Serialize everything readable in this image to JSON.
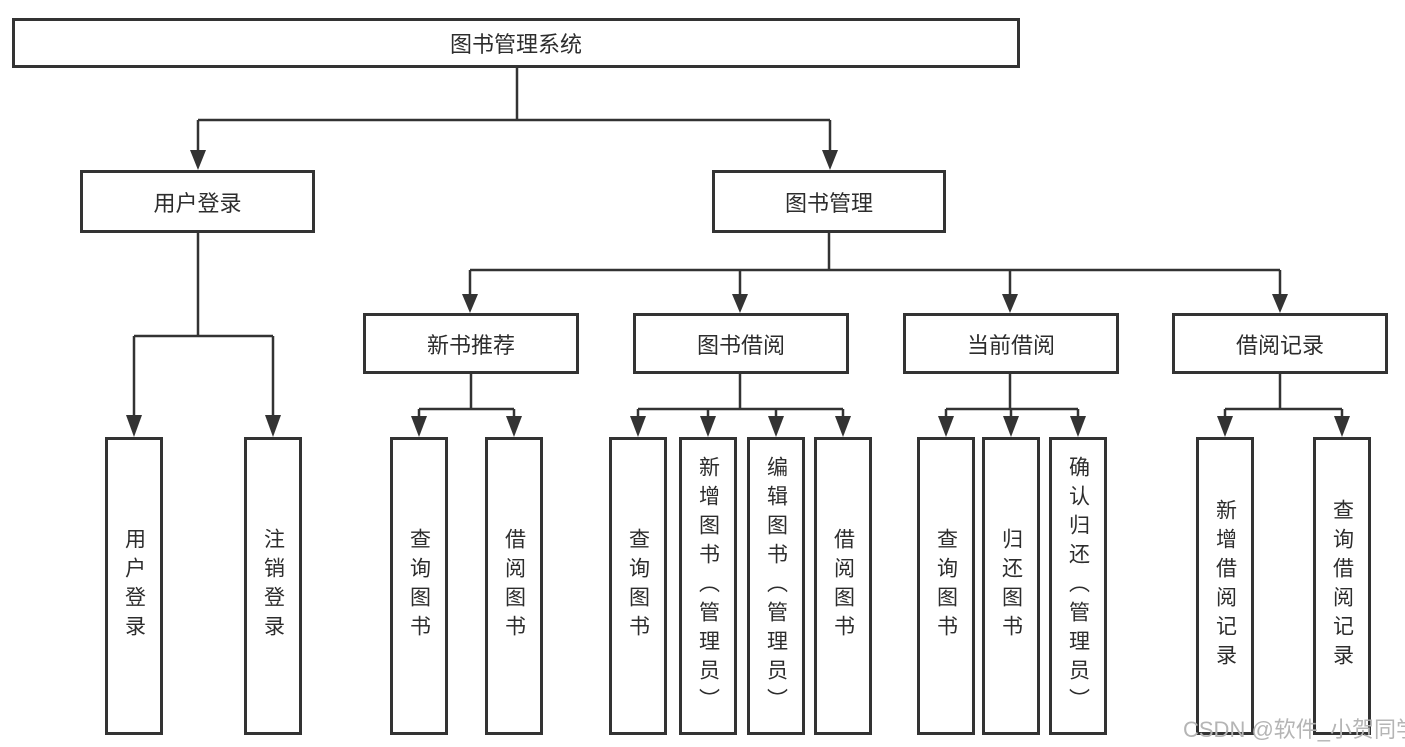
{
  "diagram": {
    "title": "图书管理系统",
    "branches": [
      {
        "label": "用户登录",
        "children": [
          "用户登录",
          "注销登录"
        ]
      },
      {
        "label": "图书管理",
        "children": [
          {
            "label": "新书推荐",
            "children": [
              "查询图书",
              "借阅图书"
            ]
          },
          {
            "label": "图书借阅",
            "children": [
              "查询图书",
              "新增图书（管理员）",
              "编辑图书（管理员）",
              "借阅图书"
            ]
          },
          {
            "label": "当前借阅",
            "children": [
              "查询图书",
              "归还图书",
              "确认归还（管理员）"
            ]
          },
          {
            "label": "借阅记录",
            "children": [
              "新增借阅记录",
              "查询借阅记录"
            ]
          }
        ]
      }
    ]
  },
  "watermark": {
    "text": "CSDN @软件_小贺同学"
  },
  "colors": {
    "line": "#333333",
    "box_border": "#333333",
    "text": "#2d2d2d",
    "background": "#ffffff",
    "watermark": "#b5b5b5"
  }
}
